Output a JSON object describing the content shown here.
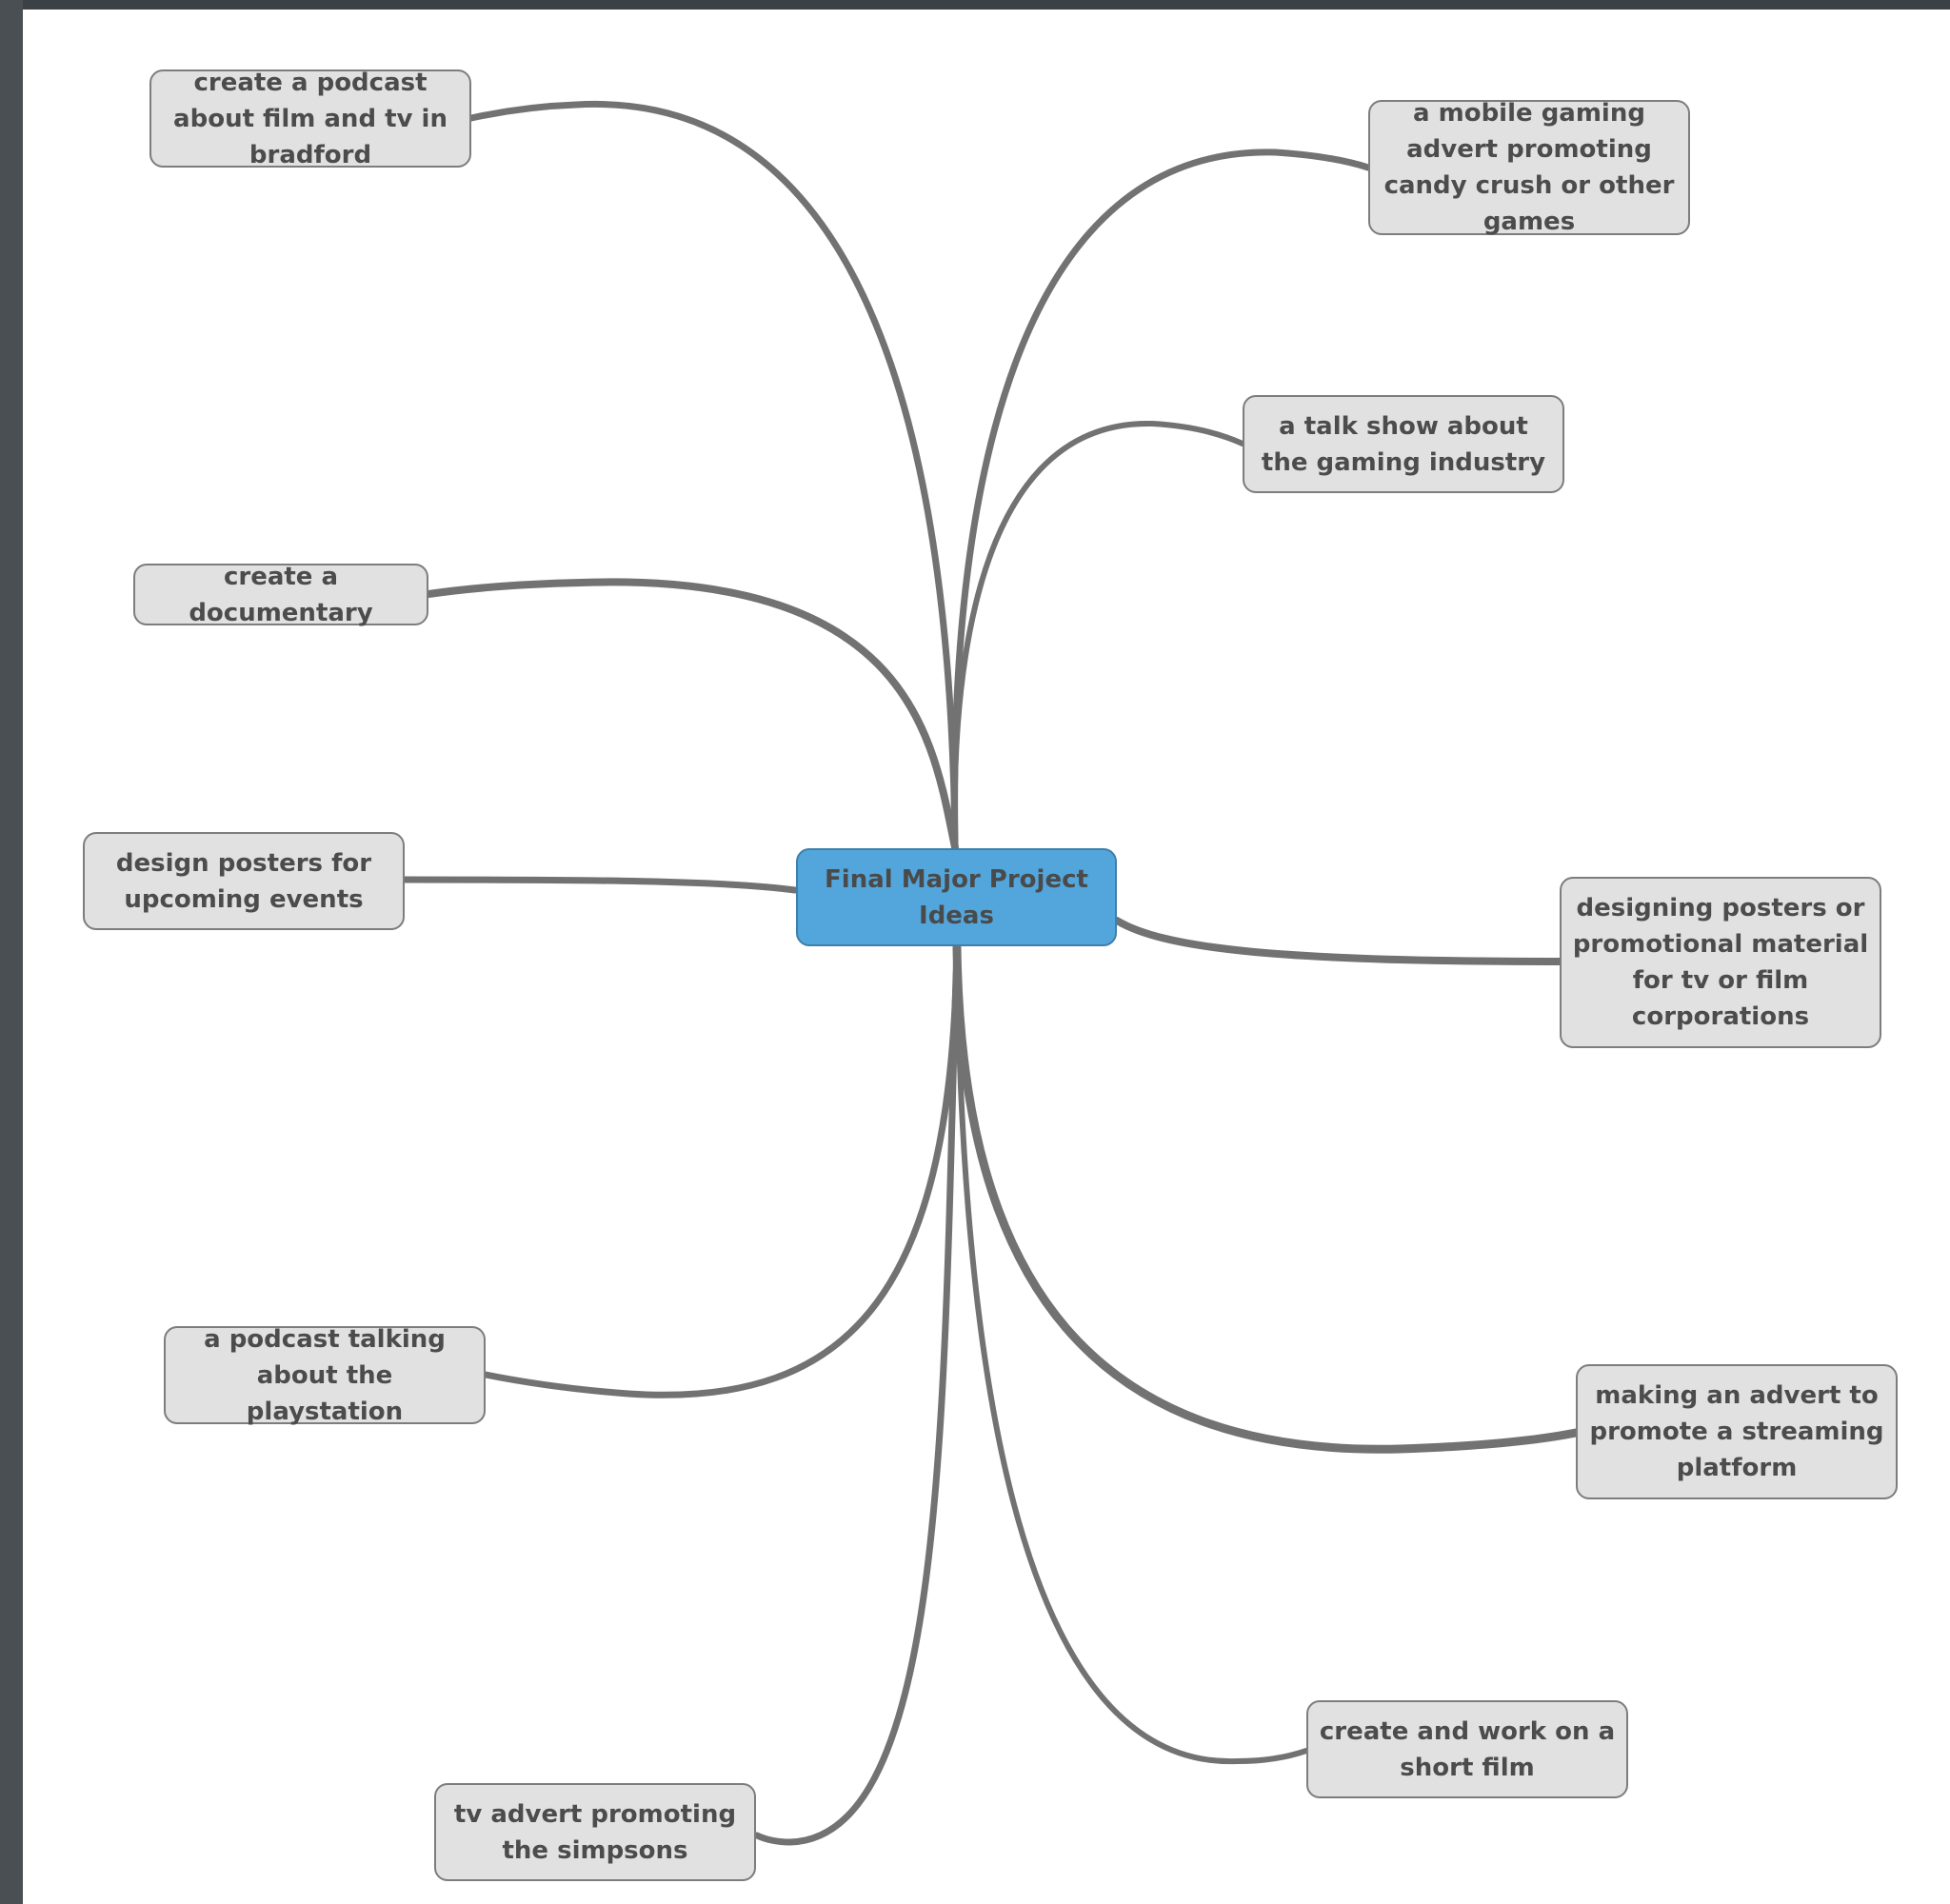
{
  "diagram": {
    "type": "mind-map",
    "colors": {
      "root_fill": "#52a6dc",
      "node_fill": "#e1e1e1",
      "node_border": "#7d7d7d",
      "link": "#727272",
      "text": "#4c4c4c"
    },
    "root": {
      "label": "Final Major Project Ideas"
    },
    "branches": [
      {
        "id": "podcast-bradford",
        "label": "create a podcast about film and tv in bradford"
      },
      {
        "id": "documentary",
        "label": "create a documentary"
      },
      {
        "id": "posters-events",
        "label": "design posters for upcoming events"
      },
      {
        "id": "podcast-playstation",
        "label": "a podcast talking about the playstation"
      },
      {
        "id": "tv-advert-simpsons",
        "label": "tv advert promoting the simpsons"
      },
      {
        "id": "mobile-gaming-advert",
        "label": "a mobile gaming advert promoting candy crush or other games"
      },
      {
        "id": "talk-show-gaming",
        "label": "a talk show about the gaming industry"
      },
      {
        "id": "posters-tv-film",
        "label": "designing posters or promotional material for tv or film corporations"
      },
      {
        "id": "streaming-advert",
        "label": "making an advert to promote a streaming platform"
      },
      {
        "id": "short-film",
        "label": "create and work on a short film"
      }
    ]
  }
}
